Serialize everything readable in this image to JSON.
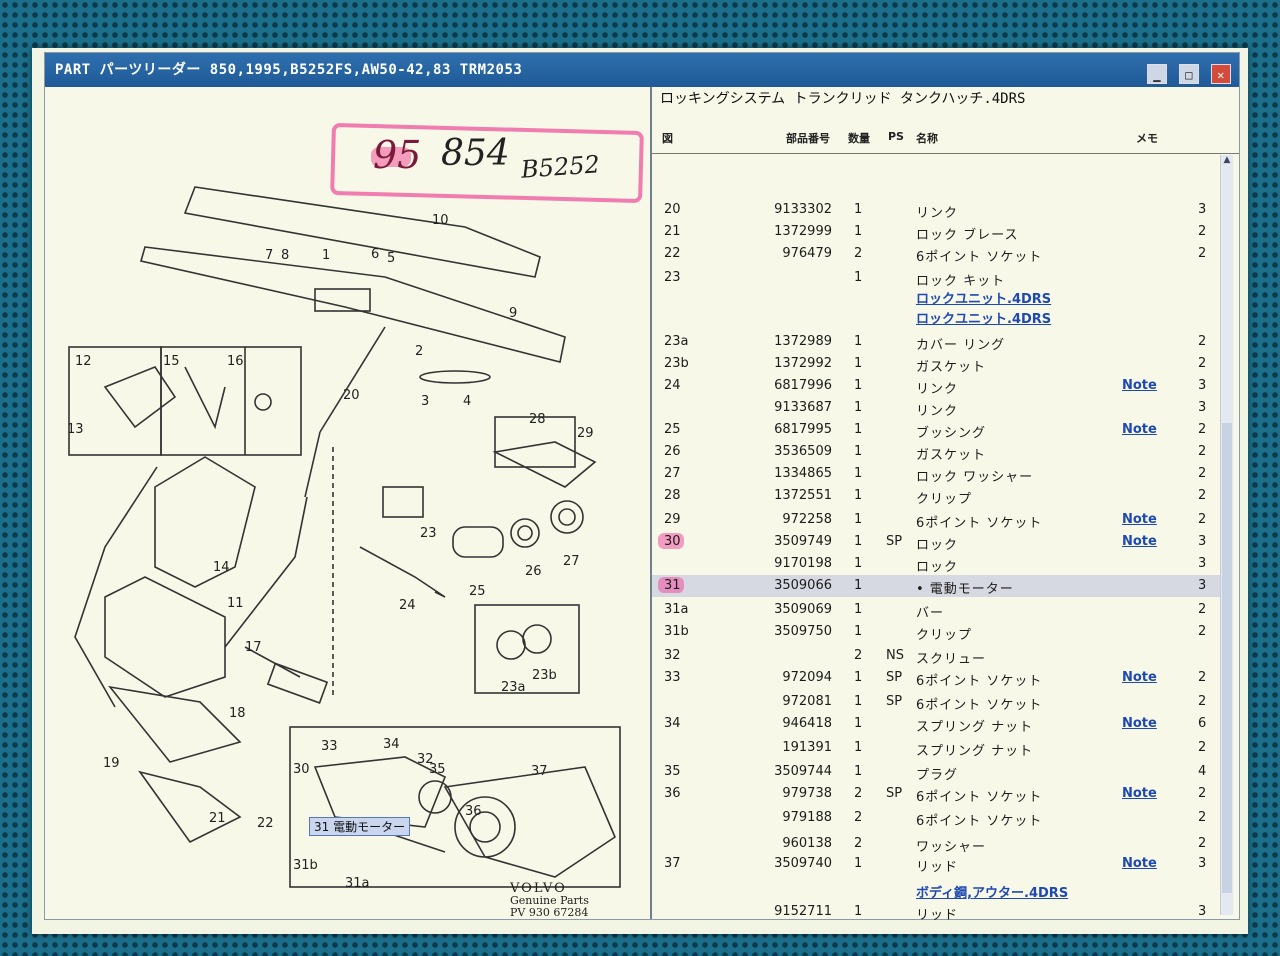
{
  "window": {
    "title": "PART パーツリーダー 850,1995,B5252FS,AW50-42,83 TRM2053",
    "buttons": [
      "minimize-icon",
      "maximize-icon",
      "close-icon"
    ]
  },
  "handwriting": {
    "year": "95",
    "model": "854",
    "engine": "B5252"
  },
  "drawing": {
    "callouts": [
      "10",
      "7",
      "8",
      "1",
      "6",
      "5",
      "9",
      "2",
      "3",
      "4",
      "12",
      "15",
      "16",
      "13",
      "20",
      "28",
      "29",
      "14",
      "11",
      "23",
      "26",
      "27",
      "24",
      "25",
      "17",
      "18",
      "23a",
      "23b",
      "19",
      "21",
      "22",
      "33",
      "34",
      "32",
      "35",
      "30",
      "37",
      "36",
      "31",
      "31b",
      "31a"
    ],
    "motor_label": "電動モーター",
    "brand": "VOLVO",
    "genuine": "Genuine Parts",
    "pv": "PV 930 67284"
  },
  "table": {
    "title": "ロッキングシステム トランクリッド タンクハッチ.4DRS",
    "headers": {
      "fig": "図",
      "part_no": "部品番号",
      "qty": "数量",
      "ps": "PS",
      "name": "名称",
      "memo": "メモ"
    },
    "rows": [
      {
        "fig": "20",
        "part": "9133302",
        "qty": "1",
        "ps": "",
        "name": "リンク",
        "note": "",
        "memo": "3"
      },
      {
        "fig": "21",
        "part": "1372999",
        "qty": "1",
        "ps": "",
        "name": "ロック ブレース",
        "note": "",
        "memo": "2"
      },
      {
        "fig": "22",
        "part": "976479",
        "qty": "2",
        "ps": "",
        "name": "6ポイント ソケット",
        "note": "",
        "memo": "2"
      },
      {
        "fig": "23",
        "part": "",
        "qty": "1",
        "ps": "",
        "name": "ロック キット",
        "note": "",
        "memo": ""
      },
      {
        "fig": "",
        "part": "",
        "qty": "",
        "ps": "",
        "name": "",
        "link": "ロックユニット.4DRS",
        "note": "",
        "memo": ""
      },
      {
        "fig": "",
        "part": "",
        "qty": "",
        "ps": "",
        "name": "",
        "link": "ロックユニット.4DRS",
        "note": "",
        "memo": ""
      },
      {
        "fig": "23a",
        "part": "1372989",
        "qty": "1",
        "ps": "",
        "name": "カバー リング",
        "note": "",
        "memo": "2"
      },
      {
        "fig": "23b",
        "part": "1372992",
        "qty": "1",
        "ps": "",
        "name": "ガスケット",
        "note": "",
        "memo": "2"
      },
      {
        "fig": "24",
        "part": "6817996",
        "qty": "1",
        "ps": "",
        "name": "リンク",
        "note": "Note",
        "memo": "3"
      },
      {
        "fig": "",
        "part": "9133687",
        "qty": "1",
        "ps": "",
        "name": "リンク",
        "note": "",
        "memo": "3"
      },
      {
        "fig": "25",
        "part": "6817995",
        "qty": "1",
        "ps": "",
        "name": "ブッシング",
        "note": "Note",
        "memo": "2"
      },
      {
        "fig": "26",
        "part": "3536509",
        "qty": "1",
        "ps": "",
        "name": "ガスケット",
        "note": "",
        "memo": "2"
      },
      {
        "fig": "27",
        "part": "1334865",
        "qty": "1",
        "ps": "",
        "name": "ロック ワッシャー",
        "note": "",
        "memo": "2"
      },
      {
        "fig": "28",
        "part": "1372551",
        "qty": "1",
        "ps": "",
        "name": "クリップ",
        "note": "",
        "memo": "2"
      },
      {
        "fig": "29",
        "part": "972258",
        "qty": "1",
        "ps": "",
        "name": "6ポイント ソケット",
        "note": "Note",
        "memo": "2"
      },
      {
        "fig": "30",
        "part": "3509749",
        "qty": "1",
        "ps": "SP",
        "name": "ロック",
        "note": "Note",
        "memo": "3"
      },
      {
        "fig": "",
        "part": "9170198",
        "qty": "1",
        "ps": "",
        "name": "ロック",
        "note": "",
        "memo": "3"
      },
      {
        "fig": "31",
        "part": "3509066",
        "qty": "1",
        "ps": "",
        "name": "• 電動モーター",
        "note": "",
        "memo": "3"
      },
      {
        "fig": "31a",
        "part": "3509069",
        "qty": "1",
        "ps": "",
        "name": "バー",
        "note": "",
        "memo": "2"
      },
      {
        "fig": "31b",
        "part": "3509750",
        "qty": "1",
        "ps": "",
        "name": "クリップ",
        "note": "",
        "memo": "2"
      },
      {
        "fig": "32",
        "part": "",
        "qty": "2",
        "ps": "NS",
        "name": "スクリュー",
        "note": "",
        "memo": ""
      },
      {
        "fig": "33",
        "part": "972094",
        "qty": "1",
        "ps": "SP",
        "name": "6ポイント ソケット",
        "note": "Note",
        "memo": "2"
      },
      {
        "fig": "",
        "part": "972081",
        "qty": "1",
        "ps": "SP",
        "name": "6ポイント ソケット",
        "note": "",
        "memo": "2"
      },
      {
        "fig": "34",
        "part": "946418",
        "qty": "1",
        "ps": "",
        "name": "スプリング ナット",
        "note": "Note",
        "memo": "6"
      },
      {
        "fig": "",
        "part": "191391",
        "qty": "1",
        "ps": "",
        "name": "スプリング ナット",
        "note": "",
        "memo": "2"
      },
      {
        "fig": "35",
        "part": "3509744",
        "qty": "1",
        "ps": "",
        "name": "プラグ",
        "note": "",
        "memo": "4"
      },
      {
        "fig": "36",
        "part": "979738",
        "qty": "2",
        "ps": "SP",
        "name": "6ポイント ソケット",
        "note": "Note",
        "memo": "2"
      },
      {
        "fig": "",
        "part": "979188",
        "qty": "2",
        "ps": "",
        "name": "6ポイント ソケット",
        "note": "",
        "memo": "2"
      },
      {
        "fig": "",
        "part": "960138",
        "qty": "2",
        "ps": "",
        "name": "ワッシャー",
        "note": "",
        "memo": "2"
      },
      {
        "fig": "37",
        "part": "3509740",
        "qty": "1",
        "ps": "",
        "name": "リッド",
        "note": "Note",
        "memo": "3"
      },
      {
        "fig": "",
        "part": "",
        "qty": "",
        "ps": "",
        "name": "",
        "link": "ボディ鋼,アウター.4DRS",
        "note": "",
        "memo": ""
      },
      {
        "fig": "",
        "part": "9152711",
        "qty": "1",
        "ps": "",
        "name": "リッド",
        "note": "",
        "memo": "3"
      }
    ]
  }
}
